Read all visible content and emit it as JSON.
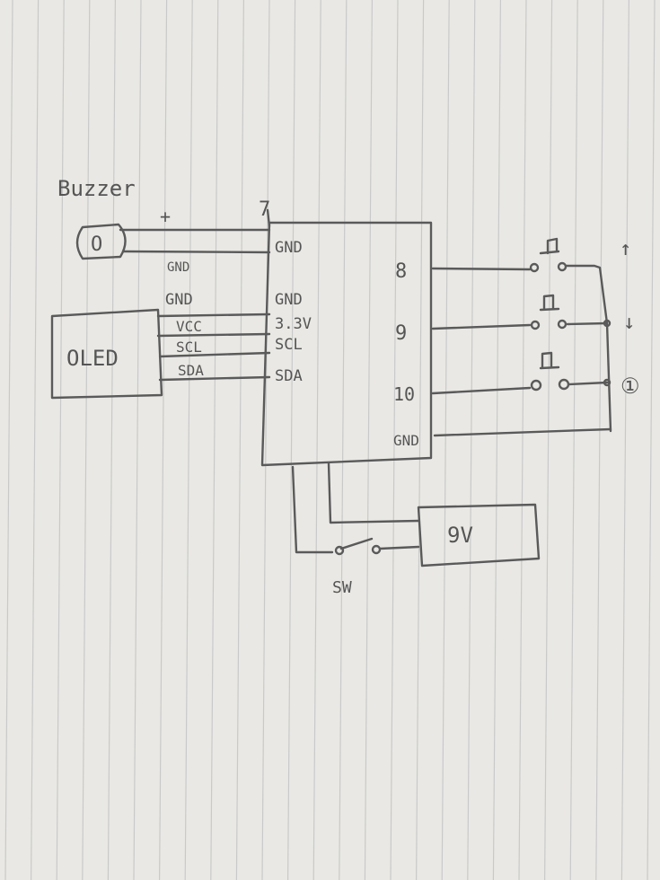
{
  "colors": {
    "paper": "#e9e8e4",
    "rule_line": "#c9c9c9",
    "pencil": "#5a5a5a",
    "pencil_light": "#7a7a7a"
  },
  "diagram": {
    "buzzer": {
      "label": "Buzzer",
      "plus": "+",
      "gnd": "GND",
      "symbol": "O"
    },
    "oled": {
      "label": "OLED",
      "gnd": "GND",
      "vcc": "VCC",
      "scl": "SCL",
      "sda": "SDA"
    },
    "mcu": {
      "pin_7": "7",
      "left_pins": [
        "GND",
        "GND",
        "3.3V",
        "SCL",
        "SDA"
      ],
      "right_pins": [
        "8",
        "9",
        "10",
        "GND"
      ]
    },
    "buttons": {
      "up_symbol": "↑",
      "down_symbol": "↓",
      "select_symbol": "①"
    },
    "power": {
      "battery": "9V",
      "switch": "SW"
    }
  }
}
